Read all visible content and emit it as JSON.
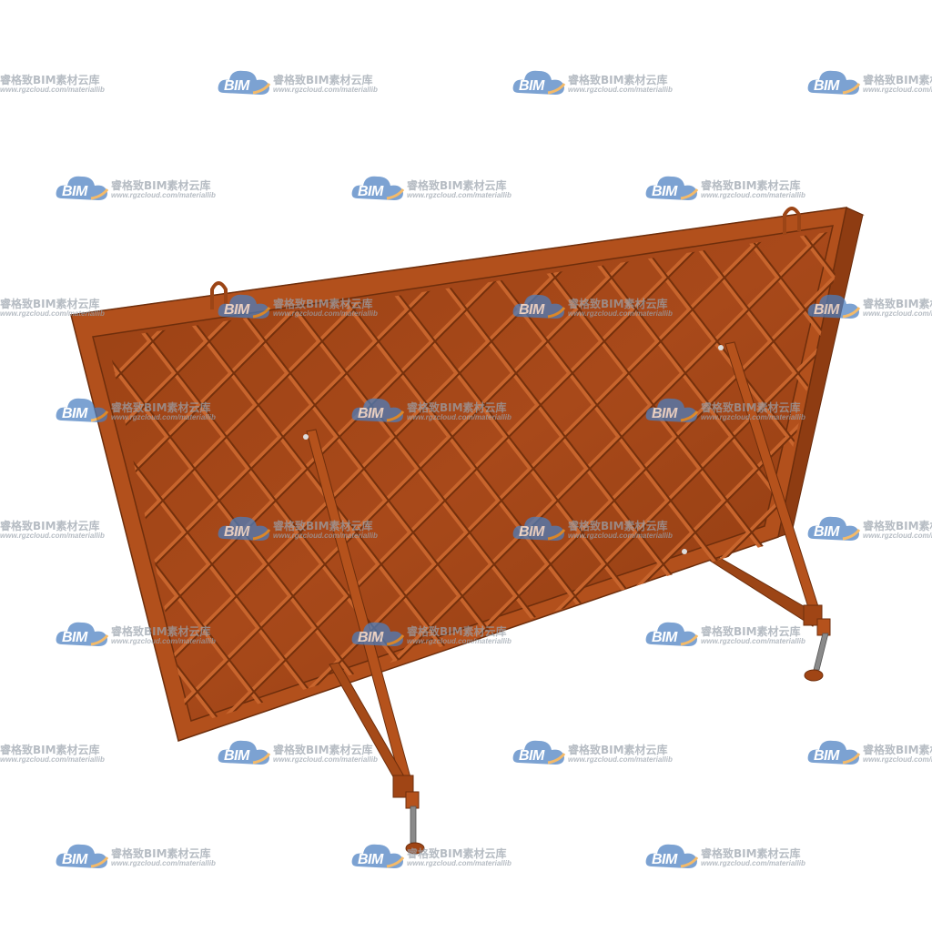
{
  "watermark": {
    "brand_cn": "睿格致BIM素材云库",
    "url": "www.rgzcloud.com/materiallib",
    "logo_text": "BIM",
    "logo_cloud_color": "#4a7fc1",
    "logo_swoosh_color": "#f0a030",
    "text_color": "#9aa3ad"
  },
  "object": {
    "description_icon": "mesh-panel-barrier-with-braces",
    "frame_color": "#b5521c",
    "panel_color": "#a04515",
    "rod_color": "#8a8a8a"
  }
}
